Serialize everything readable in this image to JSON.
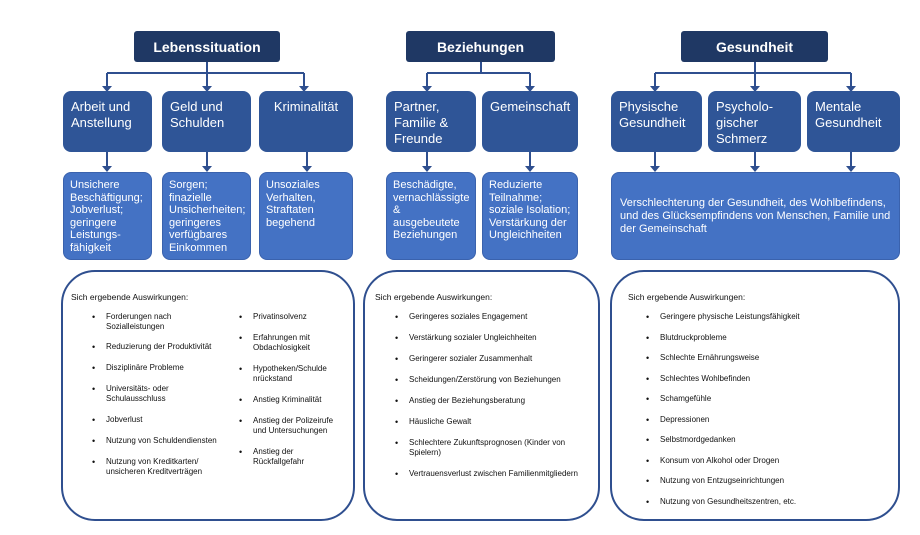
{
  "colors": {
    "header": "#1f3864",
    "sub": "#2f5597",
    "effect": "#4472c4",
    "line": "#2f4f8f"
  },
  "sections": [
    {
      "title": "Lebenssituation",
      "subs": [
        "Arbeit und Anstellung",
        "Geld und Schulden",
        "Kriminalität"
      ],
      "effects": [
        "Unsichere Beschäftigung; Jobverlust; geringere Leistungs-fähigkeit",
        "Sorgen; finazielle Unsicherheiten; geringeres verfügbares Einkommen",
        "Unsoziales Verhalten, Straftaten begehend"
      ],
      "impacts_title": "Sich ergebende Auswirkungen:",
      "impacts_col1": [
        "Forderungen nach Sozialleistungen",
        "Reduzierung der Produktivität",
        "Disziplinäre Probleme",
        "Universitäts- oder Schulausschluss",
        "Jobverlust",
        "Nutzung von Schuldendiensten",
        "Nutzung von Kreditkarten/ unsicheren Kreditverträgen"
      ],
      "impacts_col2": [
        "Privatinsolvenz",
        "Erfahrungen mit Obdachlosigkeit",
        "Hypotheken/Schulde nrückstand",
        "Anstieg Kriminalität",
        "Anstieg der Polizeirufe und Untersuchungen",
        "Anstieg der Rückfallgefahr"
      ]
    },
    {
      "title": "Beziehungen",
      "subs": [
        "Partner, Familie & Freunde",
        "Gemeinschaft"
      ],
      "effects": [
        "Beschädigte, vernachlässigte & ausgebeutete Beziehungen",
        "Reduzierte Teilnahme; soziale Isolation; Verstärkung der Ungleichheiten"
      ],
      "impacts_title": "Sich ergebende Auswirkungen:",
      "impacts": [
        "Geringeres soziales Engagement",
        "Verstärkung sozialer Ungleichheiten",
        "Geringerer sozialer Zusammenhalt",
        "Scheidungen/Zerstörung von Beziehungen",
        "Anstieg der Beziehungsberatung",
        "Häusliche Gewalt",
        "Schlechtere Zukunftsprognosen (Kinder von Spielern)",
        "Vertrauensverlust zwischen Familienmitgliedern"
      ]
    },
    {
      "title": "Gesundheit",
      "subs": [
        "Physische Gesundheit",
        "Psycholo-gischer Schmerz",
        "Mentale Gesundheit"
      ],
      "effects": [
        "Verschlechterung der Gesundheit, des Wohlbefindens, und des Glücksempfindens von Menschen, Familie und der Gemeinschaft"
      ],
      "impacts_title": "Sich ergebende Auswirkungen:",
      "impacts": [
        "Geringere physische Leistungsfähigkeit",
        "Blutdruckprobleme",
        "Schlechte Ernährungsweise",
        "Schlechtes Wohlbefinden",
        "Schamgefühle",
        "Depressionen",
        "Selbstmordgedanken",
        "Konsum von Alkohol oder Drogen",
        "Nutzung von Entzugseinrichtungen",
        "Nutzung von Gesundheitszentren, etc."
      ]
    }
  ]
}
